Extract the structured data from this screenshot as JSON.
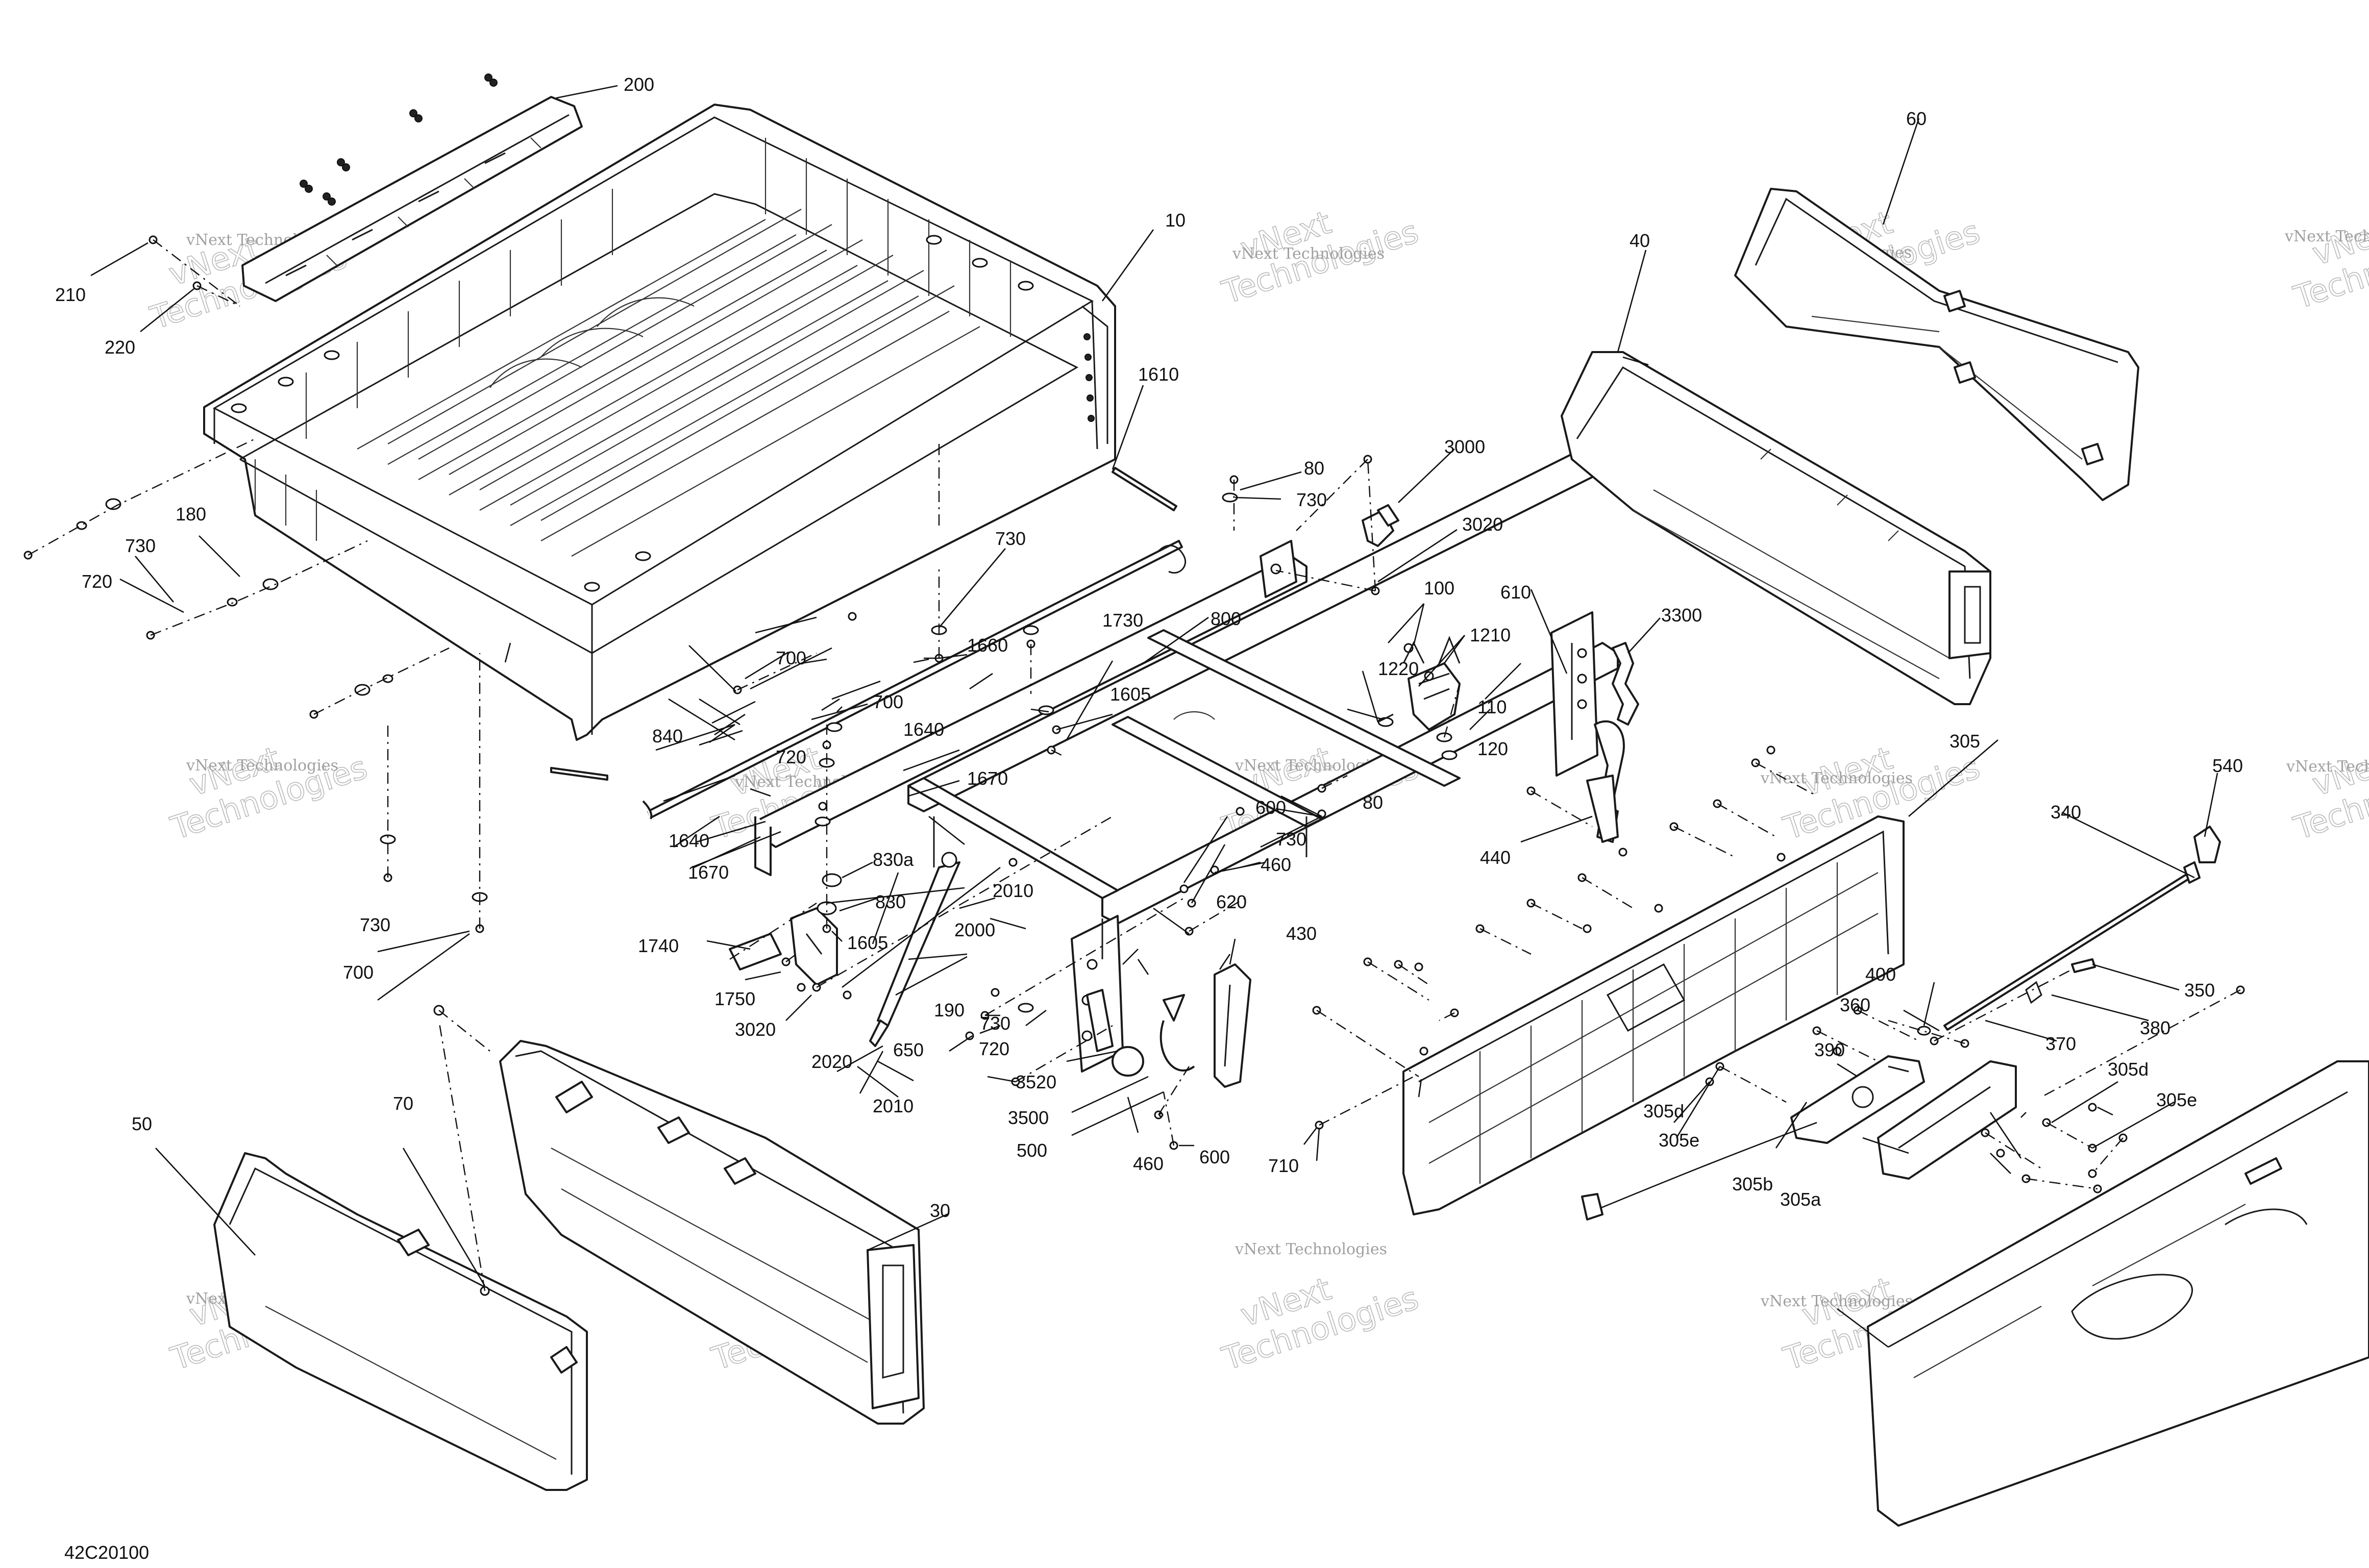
{
  "drawing_code": "42C20100",
  "watermark": {
    "line1": "vNext",
    "line2": "Technologies",
    "full": "vNext Technologies"
  },
  "callouts": {
    "c10": "10",
    "c30": "30",
    "c40": "40",
    "c50": "50",
    "c60": "60",
    "c70": "70",
    "c80a": "80",
    "c80b": "80",
    "c100": "100",
    "c110": "110",
    "c120": "120",
    "c180": "180",
    "c190": "190",
    "c200": "200",
    "c210": "210",
    "c220": "220",
    "c305": "305",
    "c305a": "305a",
    "c305b": "305b",
    "c305d1": "305d",
    "c305d2": "305d",
    "c305e1": "305e",
    "c305e2": "305e",
    "c340": "340",
    "c350": "350",
    "c360": "360",
    "c370": "370",
    "c380": "380",
    "c390": "390",
    "c400": "400",
    "c430": "430",
    "c440": "440",
    "c460a": "460",
    "c460b": "460",
    "c500": "500",
    "c540": "540",
    "c600a": "600",
    "c600b": "600",
    "c610": "610",
    "c620": "620",
    "c650": "650",
    "c700a": "700",
    "c700b": "700",
    "c700c": "700",
    "c710": "710",
    "c720a": "720",
    "c720b": "720",
    "c720c": "720",
    "c730a": "730",
    "c730b": "730",
    "c730c": "730",
    "c730d": "730",
    "c730e": "730",
    "c730f": "730",
    "c800": "800",
    "c830": "830",
    "c830a": "830a",
    "c840": "840",
    "c1210": "1210",
    "c1220": "1220",
    "c1605a": "1605",
    "c1605b": "1605",
    "c1610": "1610",
    "c1640a": "1640",
    "c1640b": "1640",
    "c1660": "1660",
    "c1670a": "1670",
    "c1670b": "1670",
    "c1730": "1730",
    "c1740": "1740",
    "c1750": "1750",
    "c2000": "2000",
    "c2010a": "2010",
    "c2010b": "2010",
    "c2020": "2020",
    "c3000": "3000",
    "c3020a": "3020",
    "c3020b": "3020",
    "c3300": "3300",
    "c3500": "3500",
    "c3520": "3520"
  }
}
